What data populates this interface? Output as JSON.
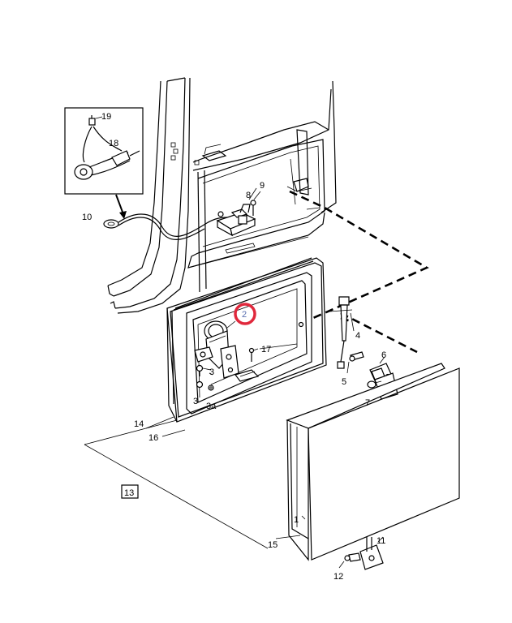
{
  "diagram": {
    "labels": {
      "l1": "1",
      "l2": "2",
      "l3a": "3",
      "l3b": "3",
      "l3c": "3a",
      "l4": "4",
      "l5": "5",
      "l6": "6",
      "l7": "7",
      "l8": "8",
      "l9": "9",
      "l10": "10",
      "l11": "11",
      "l12": "12",
      "l13": "13",
      "l14": "14",
      "l15": "15",
      "l16": "16",
      "l17": "17",
      "l18": "18",
      "l19": "19"
    },
    "colors": {
      "highlight_ring": "#e0283c",
      "highlight_text": "#5a6fb0",
      "lines": "#000000"
    }
  }
}
